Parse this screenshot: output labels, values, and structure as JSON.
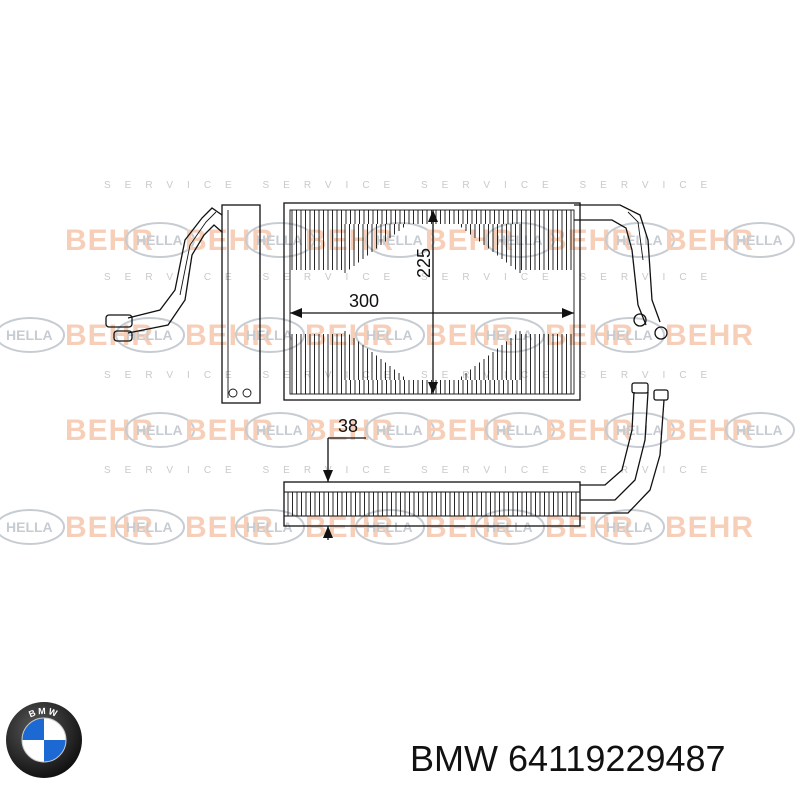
{
  "diagram": {
    "dimension_width": "300",
    "dimension_height": "225",
    "dimension_depth": "38",
    "watermark_behr": "BEHR",
    "watermark_hella": "HELLA",
    "watermark_service": "SERVICE"
  },
  "caption": {
    "brand": "BMW",
    "part_number": "64119229487",
    "logo_letters": "BMW"
  },
  "colors": {
    "behr_watermark": "#f7cfb8",
    "hella_watermark": "#c6ccd2",
    "logo_blue": "#1c69d4",
    "logo_ring": "#111111"
  }
}
